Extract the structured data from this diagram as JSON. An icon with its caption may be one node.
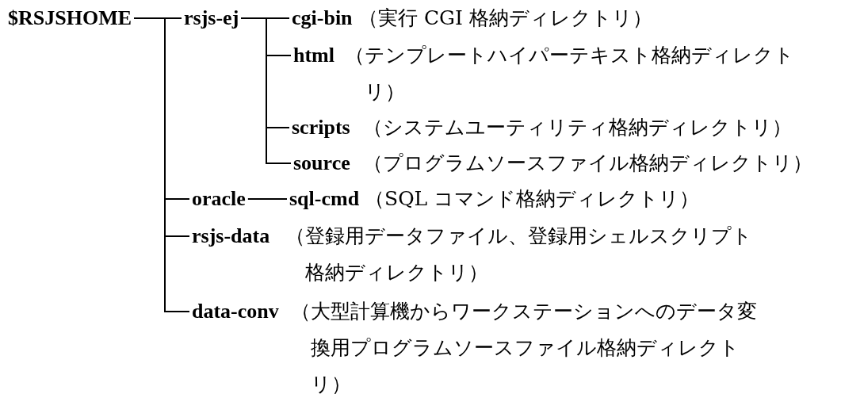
{
  "diagram": {
    "nodes": [
      {
        "text": [
          "$RSJSHOME"
        ]
      },
      {
        "text": [
          "rsjs-ej"
        ]
      },
      {
        "text": [
          "cgi-bin"
        ],
        "beside": [
          "（実行 CGI 格納ディレクトリ）"
        ]
      },
      {
        "text": [
          "html"
        ],
        "beside": [
          "（テンプレートハイパーテキスト格納ディレクトリ）"
        ]
      },
      {
        "text": [
          "scripts"
        ],
        "beside": [
          "（システムユーティリティ格納ディレクトリ）"
        ]
      },
      {
        "text": [
          "source"
        ],
        "beside": [
          "（プログラムソースファイル格納ディレクトリ）"
        ]
      },
      {
        "text": [
          "oracle"
        ]
      },
      {
        "text": [
          "sql-cmd"
        ],
        "beside": [
          "（SQL コマンド格納ディレクトリ）"
        ]
      },
      {
        "text": [
          "rsjs-data"
        ],
        "beside": [
          "（登録用データファイル、登録用シェルスクリプト格納ディレクトリ）"
        ]
      },
      {
        "text": [
          "data-conv"
        ],
        "beside": [
          "（大型計算機からワークステーションへのデータ変換用プログラムソースファイル格納ディレクトリ）"
        ]
      }
    ],
    "edges": [
      {
        "from": 0,
        "to": 1,
        "arrow": "none"
      },
      {
        "from": 1,
        "to": 2,
        "arrow": "none"
      },
      {
        "from": 1,
        "to": 3,
        "arrow": "none"
      },
      {
        "from": 1,
        "to": 4,
        "arrow": "none"
      },
      {
        "from": 1,
        "to": 5,
        "arrow": "none"
      },
      {
        "from": 0,
        "to": 6,
        "arrow": "none"
      },
      {
        "from": 6,
        "to": 7,
        "arrow": "none"
      },
      {
        "from": 0,
        "to": 8,
        "arrow": "none"
      },
      {
        "from": 0,
        "to": 9,
        "arrow": "none"
      }
    ]
  }
}
